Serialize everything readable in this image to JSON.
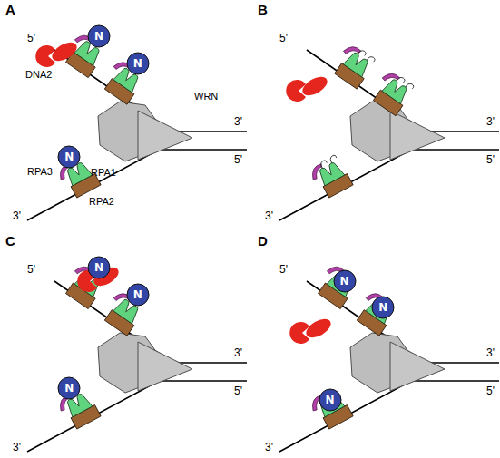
{
  "diagram": {
    "nodes": [
      {
        "text": [
          "N"
        ]
      },
      {
        "text": [
          "N"
        ]
      },
      {
        "text": [
          "N"
        ]
      },
      {
        "text": [
          "N"
        ]
      },
      {
        "text": [
          "N"
        ]
      },
      {
        "text": [
          "N"
        ]
      },
      {
        "text": [
          "N"
        ]
      },
      {
        "text": [
          "N"
        ]
      },
      {
        "text": [
          "N"
        ]
      }
    ],
    "labels": [
      "A",
      "5'",
      "DNA2",
      "WRN",
      "3'",
      "5'",
      "RPA3",
      "RPA1",
      "RPA2",
      "3'",
      "B",
      "5'",
      "3'",
      "5'",
      "3'",
      "C",
      "5'",
      "3'",
      "5'",
      "3'",
      "D",
      "5'",
      "3'",
      "5'",
      "3'"
    ]
  }
}
